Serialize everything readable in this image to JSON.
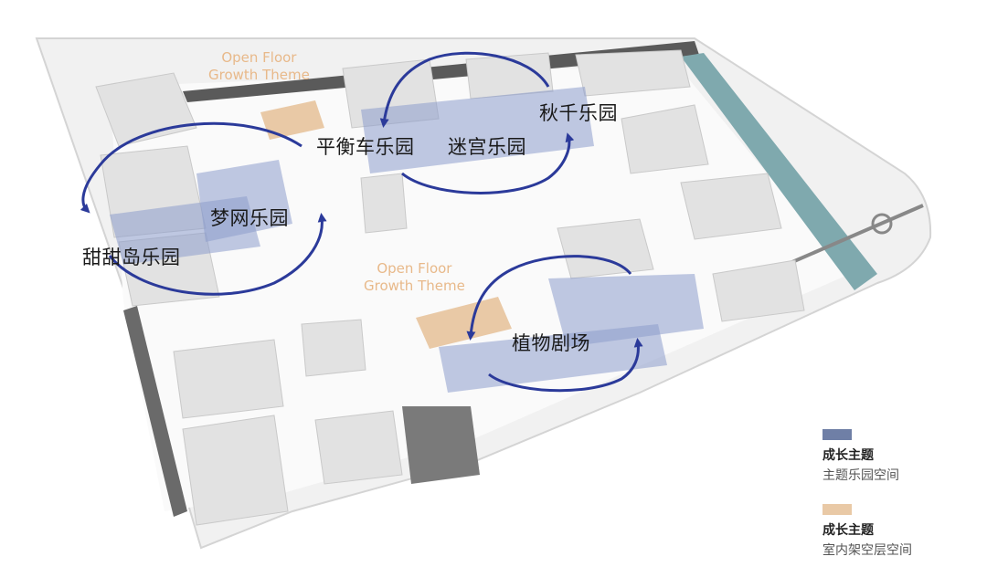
{
  "labels": {
    "dream_net": "梦网乐园",
    "sweet_island": "甜甜岛乐园",
    "balance_bike": "平衡车乐园",
    "maze": "迷宫乐园",
    "swing": "秋千乐园",
    "plant_theater": "植物剧场"
  },
  "growth_top": {
    "line1": "Open Floor",
    "line2": "Growth Theme"
  },
  "growth_mid": {
    "line1": "Open Floor",
    "line2": "Growth Theme"
  },
  "legend": {
    "theme": {
      "title": "成长主题",
      "subtitle": "主题乐园空间",
      "color": "#6f7fa6"
    },
    "indoor": {
      "title": "成长主题",
      "subtitle": "室内架空层空间",
      "color": "#e9c9a6"
    }
  },
  "colors": {
    "arrow": "#2b3a9a",
    "water": "#7fa9ae",
    "zone": "#8d9ccc",
    "road": "#555555"
  }
}
